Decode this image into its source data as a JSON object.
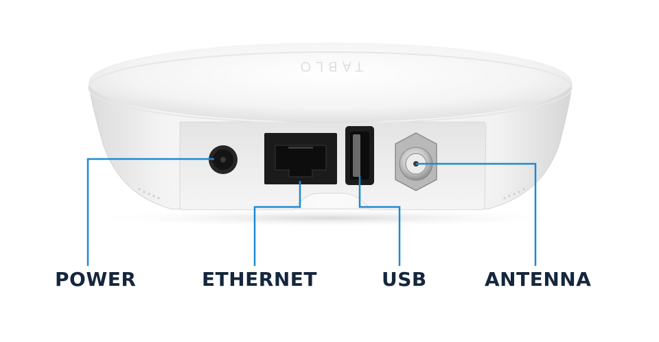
{
  "device": {
    "logo_text": "TABLO"
  },
  "labels": {
    "power": "POWER",
    "ethernet": "ETHERNET",
    "usb": "USB",
    "antenna": "ANTENNA"
  },
  "colors": {
    "leader_line": "#1a8ad4",
    "label_text": "#15263d",
    "device_body": "#f1f1f1",
    "port_black": "#1b1b1b"
  }
}
